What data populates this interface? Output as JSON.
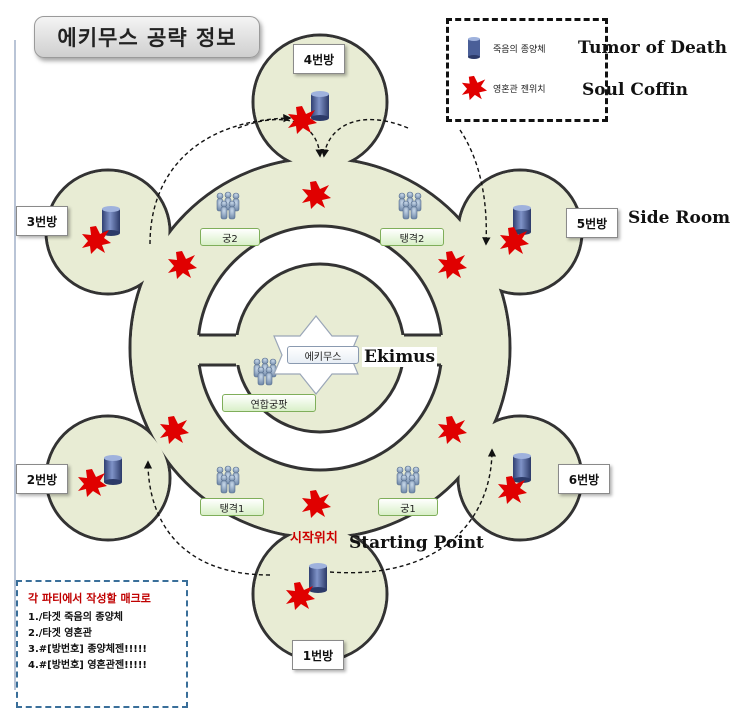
{
  "title": "에키무스 공략 정보",
  "legend": {
    "tumor_label": "죽음의 종양체",
    "coffin_label": "영혼관 젠위치",
    "tumor_en": "Tumor of Death",
    "coffin_en": "Soul Coffin"
  },
  "rooms": {
    "r1": "1번방",
    "r2": "2번방",
    "r3": "3번방",
    "r4": "4번방",
    "r5": "5번방",
    "r6": "6번방"
  },
  "side_room_en": "Side Room",
  "groups": {
    "gung2": "궁2",
    "taengkyeok2": "탱격2",
    "taengkyeok1": "탱격1",
    "gung1": "궁1",
    "alliance": "연합궁팟"
  },
  "boss": {
    "ko": "에키무스",
    "en": "Ekimus"
  },
  "start": {
    "ko": "시작위치",
    "en": "Starting Point"
  },
  "macro": {
    "title": "각 파티에서 작성할 매크로",
    "lines": [
      "1./타겟 죽음의 종양체",
      "2./타겟 영혼관",
      "3.#[방번호] 종양체젠!!!!!",
      "4.#[방번호] 영혼관젠!!!!!"
    ]
  },
  "colors": {
    "floor": "#e8ecd4",
    "outline": "#333333",
    "splat": "#e00000",
    "tumor": "#4a5f98"
  }
}
